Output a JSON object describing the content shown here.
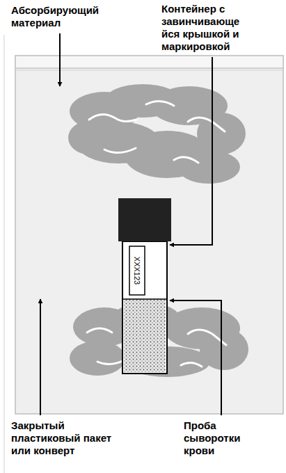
{
  "diagram": {
    "labels": [
      "Абсорбирующий материал",
      "Контейнер с завинчивающе йся крышкой и маркировкой",
      "XXX123",
      "Закрытый пластиковый пакет или конверт",
      "Проба сыворотки крови"
    ]
  }
}
